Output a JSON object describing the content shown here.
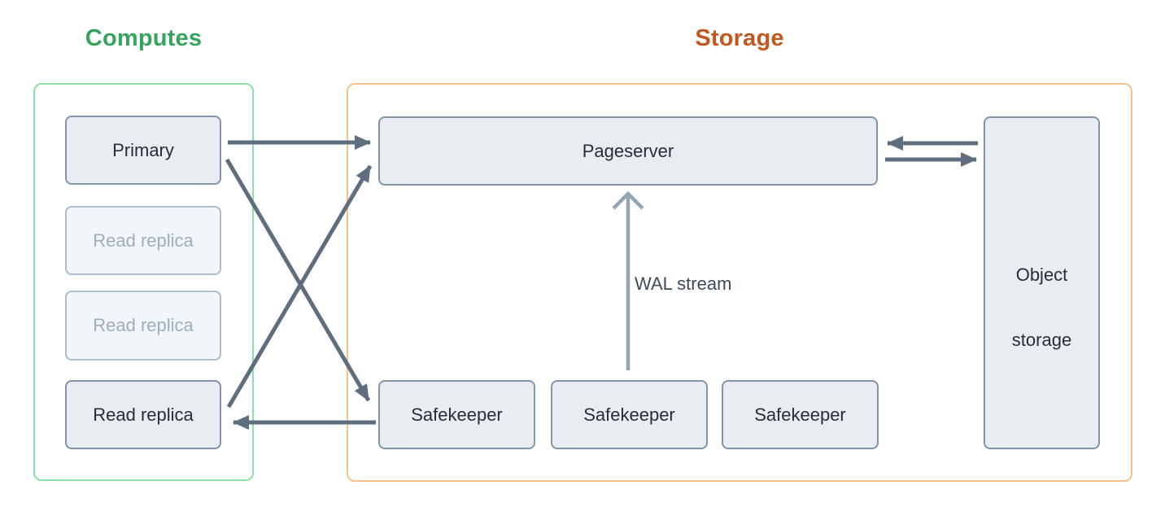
{
  "titles": {
    "computes": "Computes",
    "storage": "Storage"
  },
  "nodes": {
    "primary": "Primary",
    "read_replica_1": "Read replica",
    "read_replica_2": "Read replica",
    "read_replica_3": "Read replica",
    "pageserver": "Pageserver",
    "safekeeper_1": "Safekeeper",
    "safekeeper_2": "Safekeeper",
    "safekeeper_3": "Safekeeper",
    "object_storage_line1": "Object",
    "object_storage_line2": "storage"
  },
  "edge_labels": {
    "wal_stream": "WAL stream"
  },
  "edges": [
    {
      "from": "primary",
      "to": "pageserver",
      "style": "solid-dark"
    },
    {
      "from": "primary",
      "to": "safekeeper-1",
      "style": "solid-dark"
    },
    {
      "from": "read-replica-3",
      "to": "pageserver",
      "style": "solid-dark"
    },
    {
      "from": "safekeeper-1",
      "to": "read-replica-3",
      "style": "solid-dark"
    },
    {
      "from": "safekeeper-2",
      "to": "pageserver",
      "style": "solid-light",
      "label": "WAL stream"
    },
    {
      "from": "object-storage",
      "to": "pageserver",
      "style": "solid-dark"
    },
    {
      "from": "pageserver",
      "to": "object-storage",
      "style": "solid-dark"
    }
  ],
  "colors": {
    "computes-accent": "#35a45c",
    "computes-border": "#8de0aa",
    "storage-accent": "#c2571f",
    "storage-border": "#f7c28a",
    "node-fill": "#e9edf2",
    "node-border": "#8294a8",
    "node-text": "#242e38",
    "node-faded-fill": "#f2f5f9",
    "node-faded-border": "#aebdcb",
    "node-faded-text": "#9daebf",
    "arrow": "#5e6e7f",
    "arrow-light": "#93a4b5",
    "edge-label-text": "#3d4a59",
    "background": "#ffffff"
  }
}
